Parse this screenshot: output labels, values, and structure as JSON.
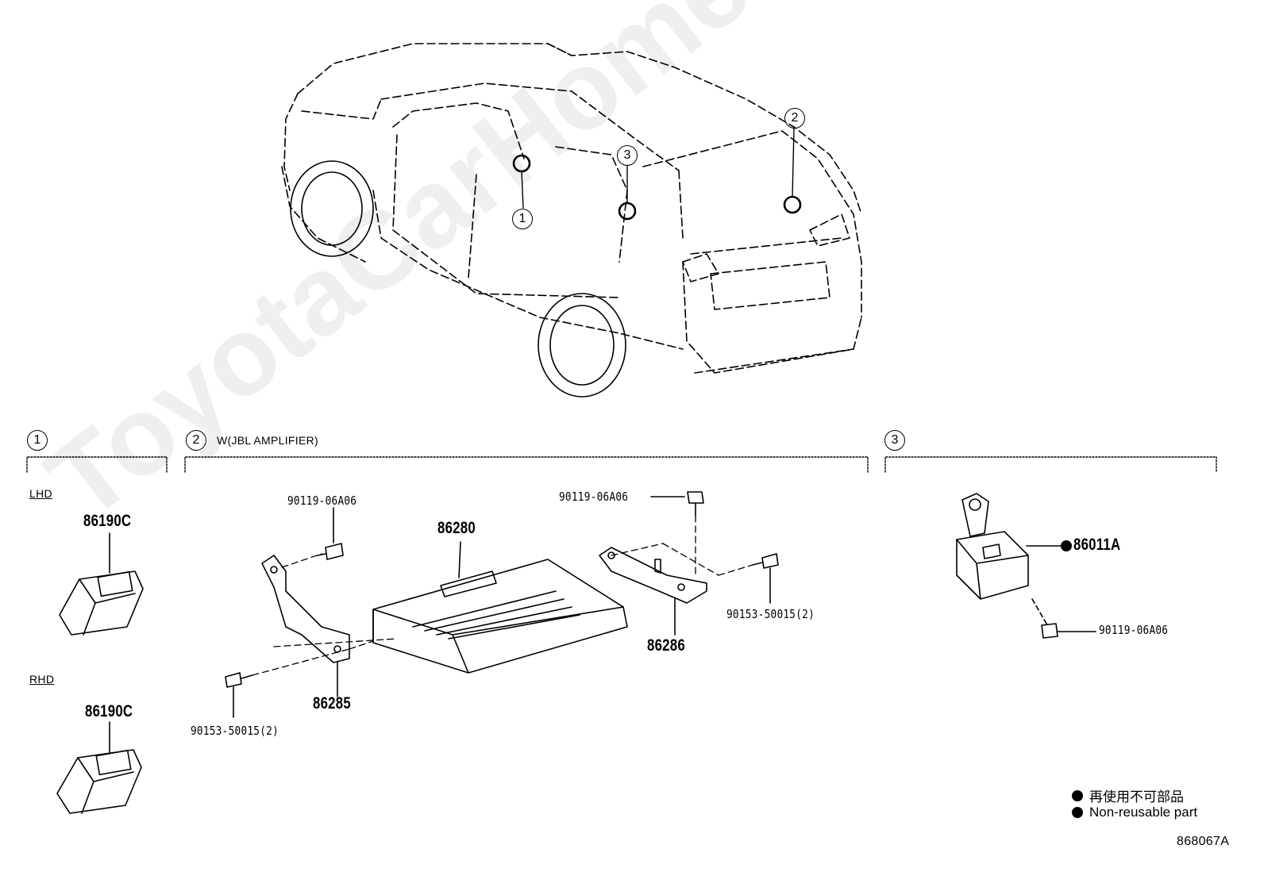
{
  "watermark": "ToyotaCarHome.ru",
  "car_callouts": [
    "1",
    "2",
    "3"
  ],
  "sections": [
    {
      "number": "1",
      "title": ""
    },
    {
      "number": "2",
      "title": "W(JBL AMPLIFIER)"
    },
    {
      "number": "3",
      "title": ""
    }
  ],
  "section1": {
    "lhd_label": "LHD",
    "lhd_part": "86190C",
    "rhd_label": "RHD",
    "rhd_part": "86190C"
  },
  "section2": {
    "bolt_top_left": "90119-06A06",
    "bolt_top_right": "90119-06A06",
    "amplifier": "86280",
    "screw_right": "90153-50015(2)",
    "bracket_right": "86286",
    "bracket_left": "86285",
    "screw_left": "90153-50015(2)"
  },
  "section3": {
    "part": "86011A",
    "bolt": "90119-06A06"
  },
  "legend": {
    "line1": "再使用不可部品",
    "line2": "Non-reusable part"
  },
  "figure_code": "868067A"
}
